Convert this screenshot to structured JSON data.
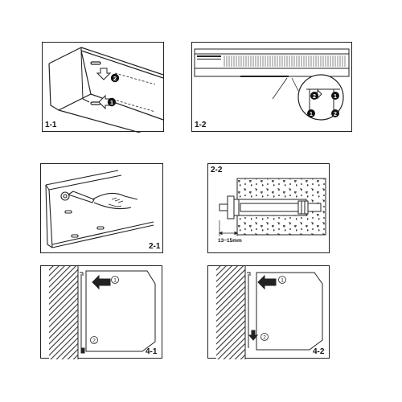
{
  "panels": {
    "p11": {
      "label": "1-1"
    },
    "p12": {
      "label": "1-2"
    },
    "p21": {
      "label": "2-1"
    },
    "p22": {
      "label": "2-2",
      "dimension": "13~15mm"
    },
    "p41": {
      "label": "4-1"
    },
    "p42": {
      "label": "4-2"
    }
  },
  "markers": {
    "one": "1",
    "two": "2"
  }
}
